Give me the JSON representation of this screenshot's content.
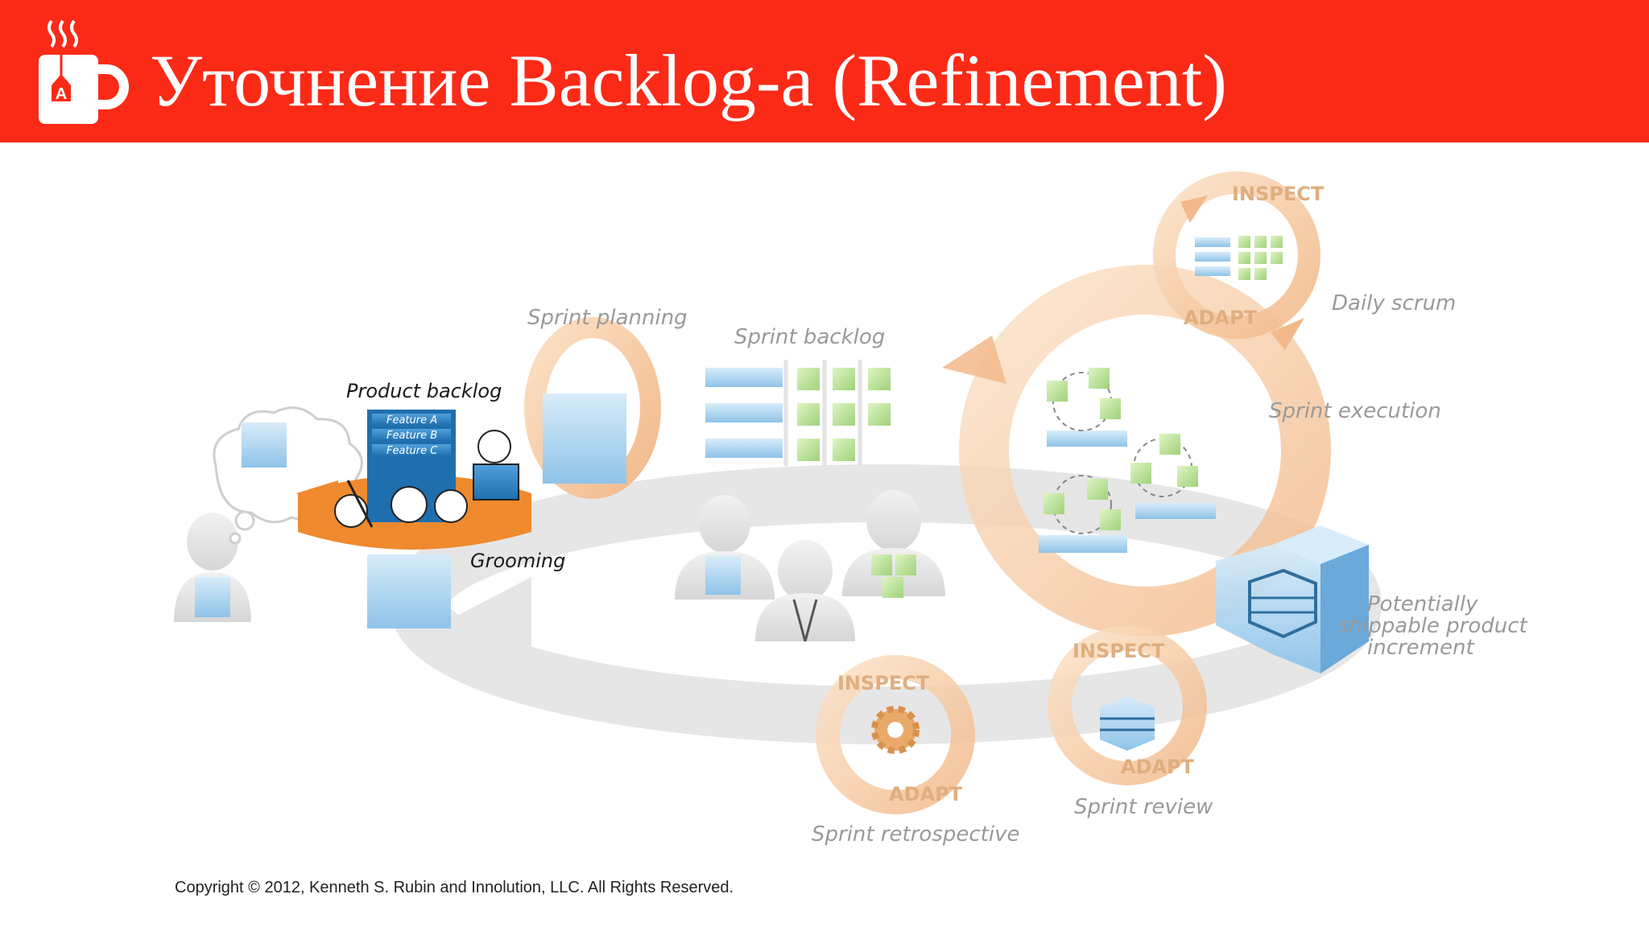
{
  "header": {
    "title": "Уточнение Backlog-а (Refinement)",
    "background_color": "#fa2a17",
    "logo_icon": "coffee-mug-icon",
    "logo_letter": "A"
  },
  "diagram": {
    "labels": {
      "product_backlog": "Product backlog",
      "feature_a": "Feature A",
      "feature_b": "Feature B",
      "feature_c": "Feature C",
      "grooming": "Grooming",
      "sprint_planning": "Sprint planning",
      "sprint_backlog": "Sprint backlog",
      "daily_scrum": "Daily scrum",
      "sprint_execution": "Sprint execution",
      "potentially_line1": "Potentially",
      "potentially_line2": "shippable product",
      "potentially_line3": "increment",
      "sprint_review": "Sprint review",
      "sprint_retrospective": "Sprint retrospective",
      "inspect": "INSPECT",
      "adapt": "ADAPT"
    }
  },
  "footer": {
    "copyright": "Copyright © 2012, Kenneth S. Rubin and Innolution, LLC. All Rights Reserved."
  }
}
